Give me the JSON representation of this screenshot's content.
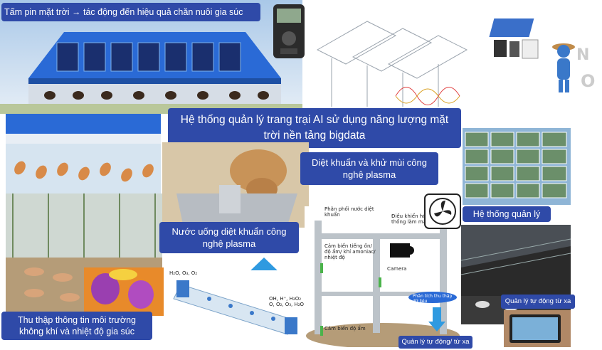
{
  "labels": {
    "solar_impact": "Tấm pin mặt trời → tác động đến hiệu quả chăn nuôi gia súc",
    "main_title": "Hệ thống quản lý trang trại AI sử dụng năng lượng mặt trời nền tảng bigdata",
    "plasma_deodor": "Diệt khuẩn và khử mùi công nghệ plasma",
    "management_system": "Hệ thống quản lý",
    "plasma_water": "Nước uống diệt khuẩn công nghệ plasma",
    "remote_management": "Quản lý tự động từ xa",
    "env_data": "Thu thập thông tin môi trường không khí và nhiệt độ gia súc",
    "auto_remote": "Quản lý tự động/ từ xa"
  },
  "diagram": {
    "water_dist": "Phân phối nước diệt khuẩn",
    "cooling_control": "Điều khiển hệ thống làm mát",
    "sensors": "Cảm biến tiếng ồn/ độ ẩm/ khí amoniac/ nhiệt độ",
    "camera": "Camera",
    "data_collection": "Phân tích thu thập dữ liệu",
    "humidity_sensor": "Cảm biến độ ẩm"
  },
  "chemistry": {
    "left_formula": "H₂O, O₃, O₂",
    "right_formula": "OH, H⁺, H₂O₂ O, O₂, O₃, H₂O"
  },
  "colors": {
    "label_bg": "#2f4aa8",
    "sky": "#cfe3f5",
    "roof": "#2a6ad6"
  }
}
